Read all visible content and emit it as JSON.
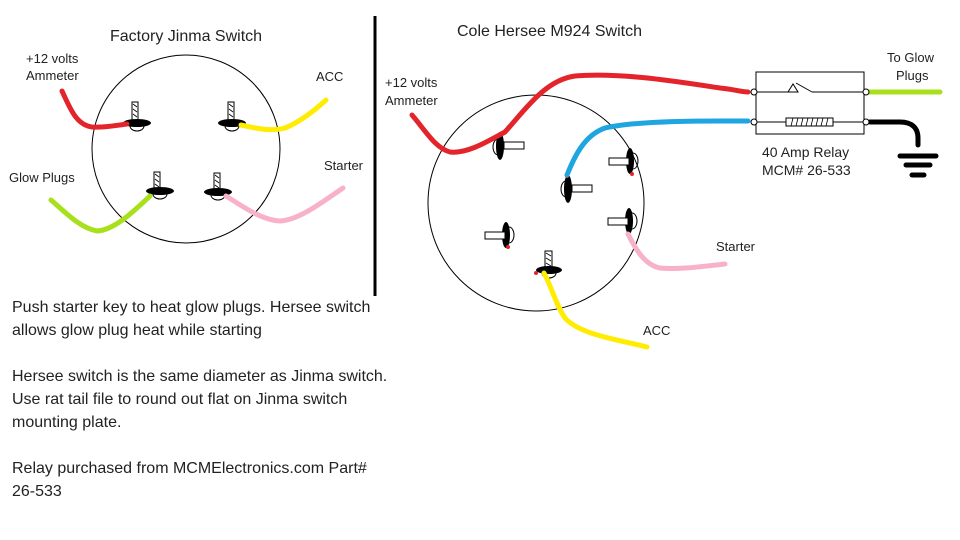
{
  "left_panel": {
    "title": "Factory Jinma Switch",
    "labels": {
      "power": [
        "+12 volts",
        "Ammeter"
      ],
      "acc": "ACC",
      "glow": "Glow Plugs",
      "starter": "Starter"
    }
  },
  "right_panel": {
    "title": "Cole Hersee M924 Switch",
    "labels": {
      "power": [
        "+12 volts",
        "Ammeter"
      ],
      "starter": "Starter",
      "acc": "ACC",
      "to_glow": [
        "To Glow",
        "Plugs"
      ]
    },
    "relay": {
      "line1": "40 Amp Relay",
      "line2": "MCM# 26-533"
    }
  },
  "notes": [
    "Push starter key to heat glow plugs.  Hersee switch allows glow plug heat while starting",
    "Hersee switch is the same diameter as Jinma switch.  Use rat tail file to round out flat on Jinma switch mounting plate.",
    "Relay purchased from MCMElectronics.com Part# 26-533"
  ],
  "wire_colors": {
    "power": "#e3242b",
    "acc": "#ffec00",
    "glow": "#a8e01c",
    "starter": "#f7b2c8",
    "relay_coil": "#1fa5e0",
    "ground": "#000000"
  }
}
